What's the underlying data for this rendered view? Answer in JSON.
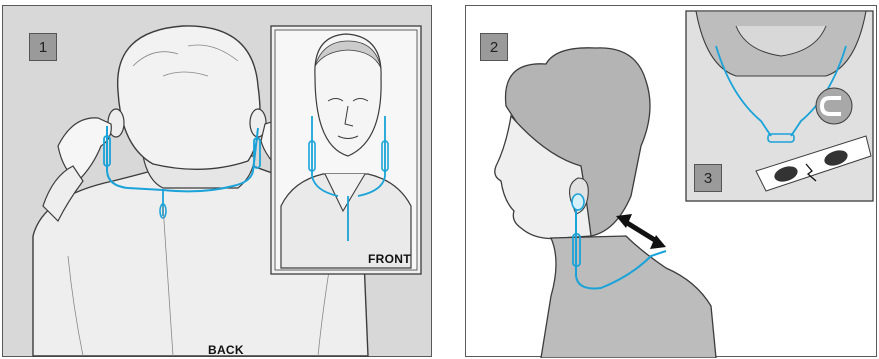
{
  "panel1": {
    "step": "1",
    "inset_label": "FRONT",
    "bottom_label": "BACK"
  },
  "panel2": {
    "step": "2",
    "inset_step": "3",
    "magnet_icon": "magnet-icon",
    "arrow_icon": "double-arrow-icon"
  },
  "colors": {
    "cable": "#1aa3d9",
    "panel_bg": "#d8d8d8",
    "body_fill": "#e8e8e8",
    "step_bg": "#9a9a9a",
    "outline": "#3c3c3c"
  }
}
